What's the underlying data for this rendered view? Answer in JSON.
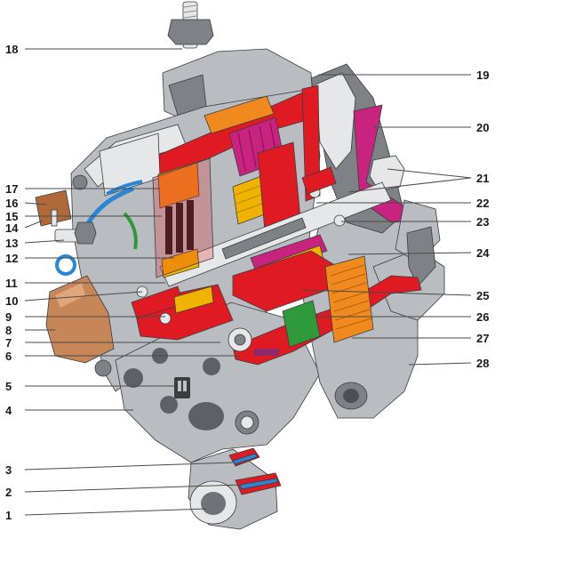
{
  "diagram": {
    "subject": "cutaway-alternator",
    "palette": {
      "housing": "#b9bcc0",
      "housing_dark": "#7e8286",
      "housing_light": "#e6e7e9",
      "section_red": "#e01a22",
      "winding_yellow": "#f0b400",
      "winding_orange": "#f08a1e",
      "winding_magenta": "#c8237f",
      "winding_green": "#2f9a3c",
      "terminal_blue": "#2c86d6",
      "connector_brown": "#b06a3a",
      "capacitor_tan": "#c78657",
      "leader_line": "#4a4a4a"
    },
    "callouts_left": [
      "18",
      "17",
      "16",
      "15",
      "14",
      "13",
      "12",
      "11",
      "10",
      "9",
      "8",
      "7",
      "6",
      "5",
      "4",
      "3",
      "2",
      "1"
    ],
    "callouts_right": [
      "19",
      "20",
      "21",
      "22",
      "23",
      "24",
      "25",
      "26",
      "27",
      "28"
    ]
  }
}
